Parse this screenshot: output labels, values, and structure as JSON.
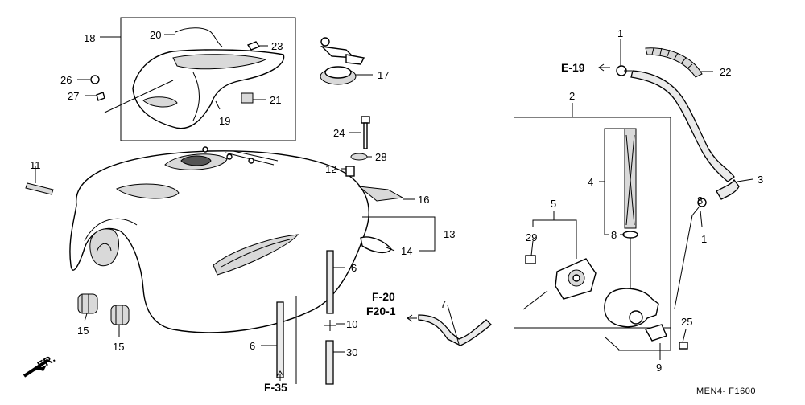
{
  "labels": {
    "p1a": "1",
    "p1b": "1",
    "p2": "2",
    "p3": "3",
    "p4": "4",
    "p5": "5",
    "p6a": "6",
    "p6b": "6",
    "p7": "7",
    "p8a": "8",
    "p8b": "8",
    "p9": "9",
    "p10": "10",
    "p11": "11",
    "p12": "12",
    "p13": "13",
    "p14": "14",
    "p15a": "15",
    "p15b": "15",
    "p16": "16",
    "p17": "17",
    "p18": "18",
    "p19": "19",
    "p20": "20",
    "p21": "21",
    "p22": "22",
    "p23": "23",
    "p24": "24",
    "p25": "25",
    "p26": "26",
    "p27": "27",
    "p28": "28",
    "p29": "29",
    "p30": "30"
  },
  "refs": {
    "e19": "E-19",
    "f20": "F-20",
    "f201": "F20-1",
    "f35": "F-35"
  },
  "front_marker": "FR.",
  "footer_code": "MEN4- F1600"
}
